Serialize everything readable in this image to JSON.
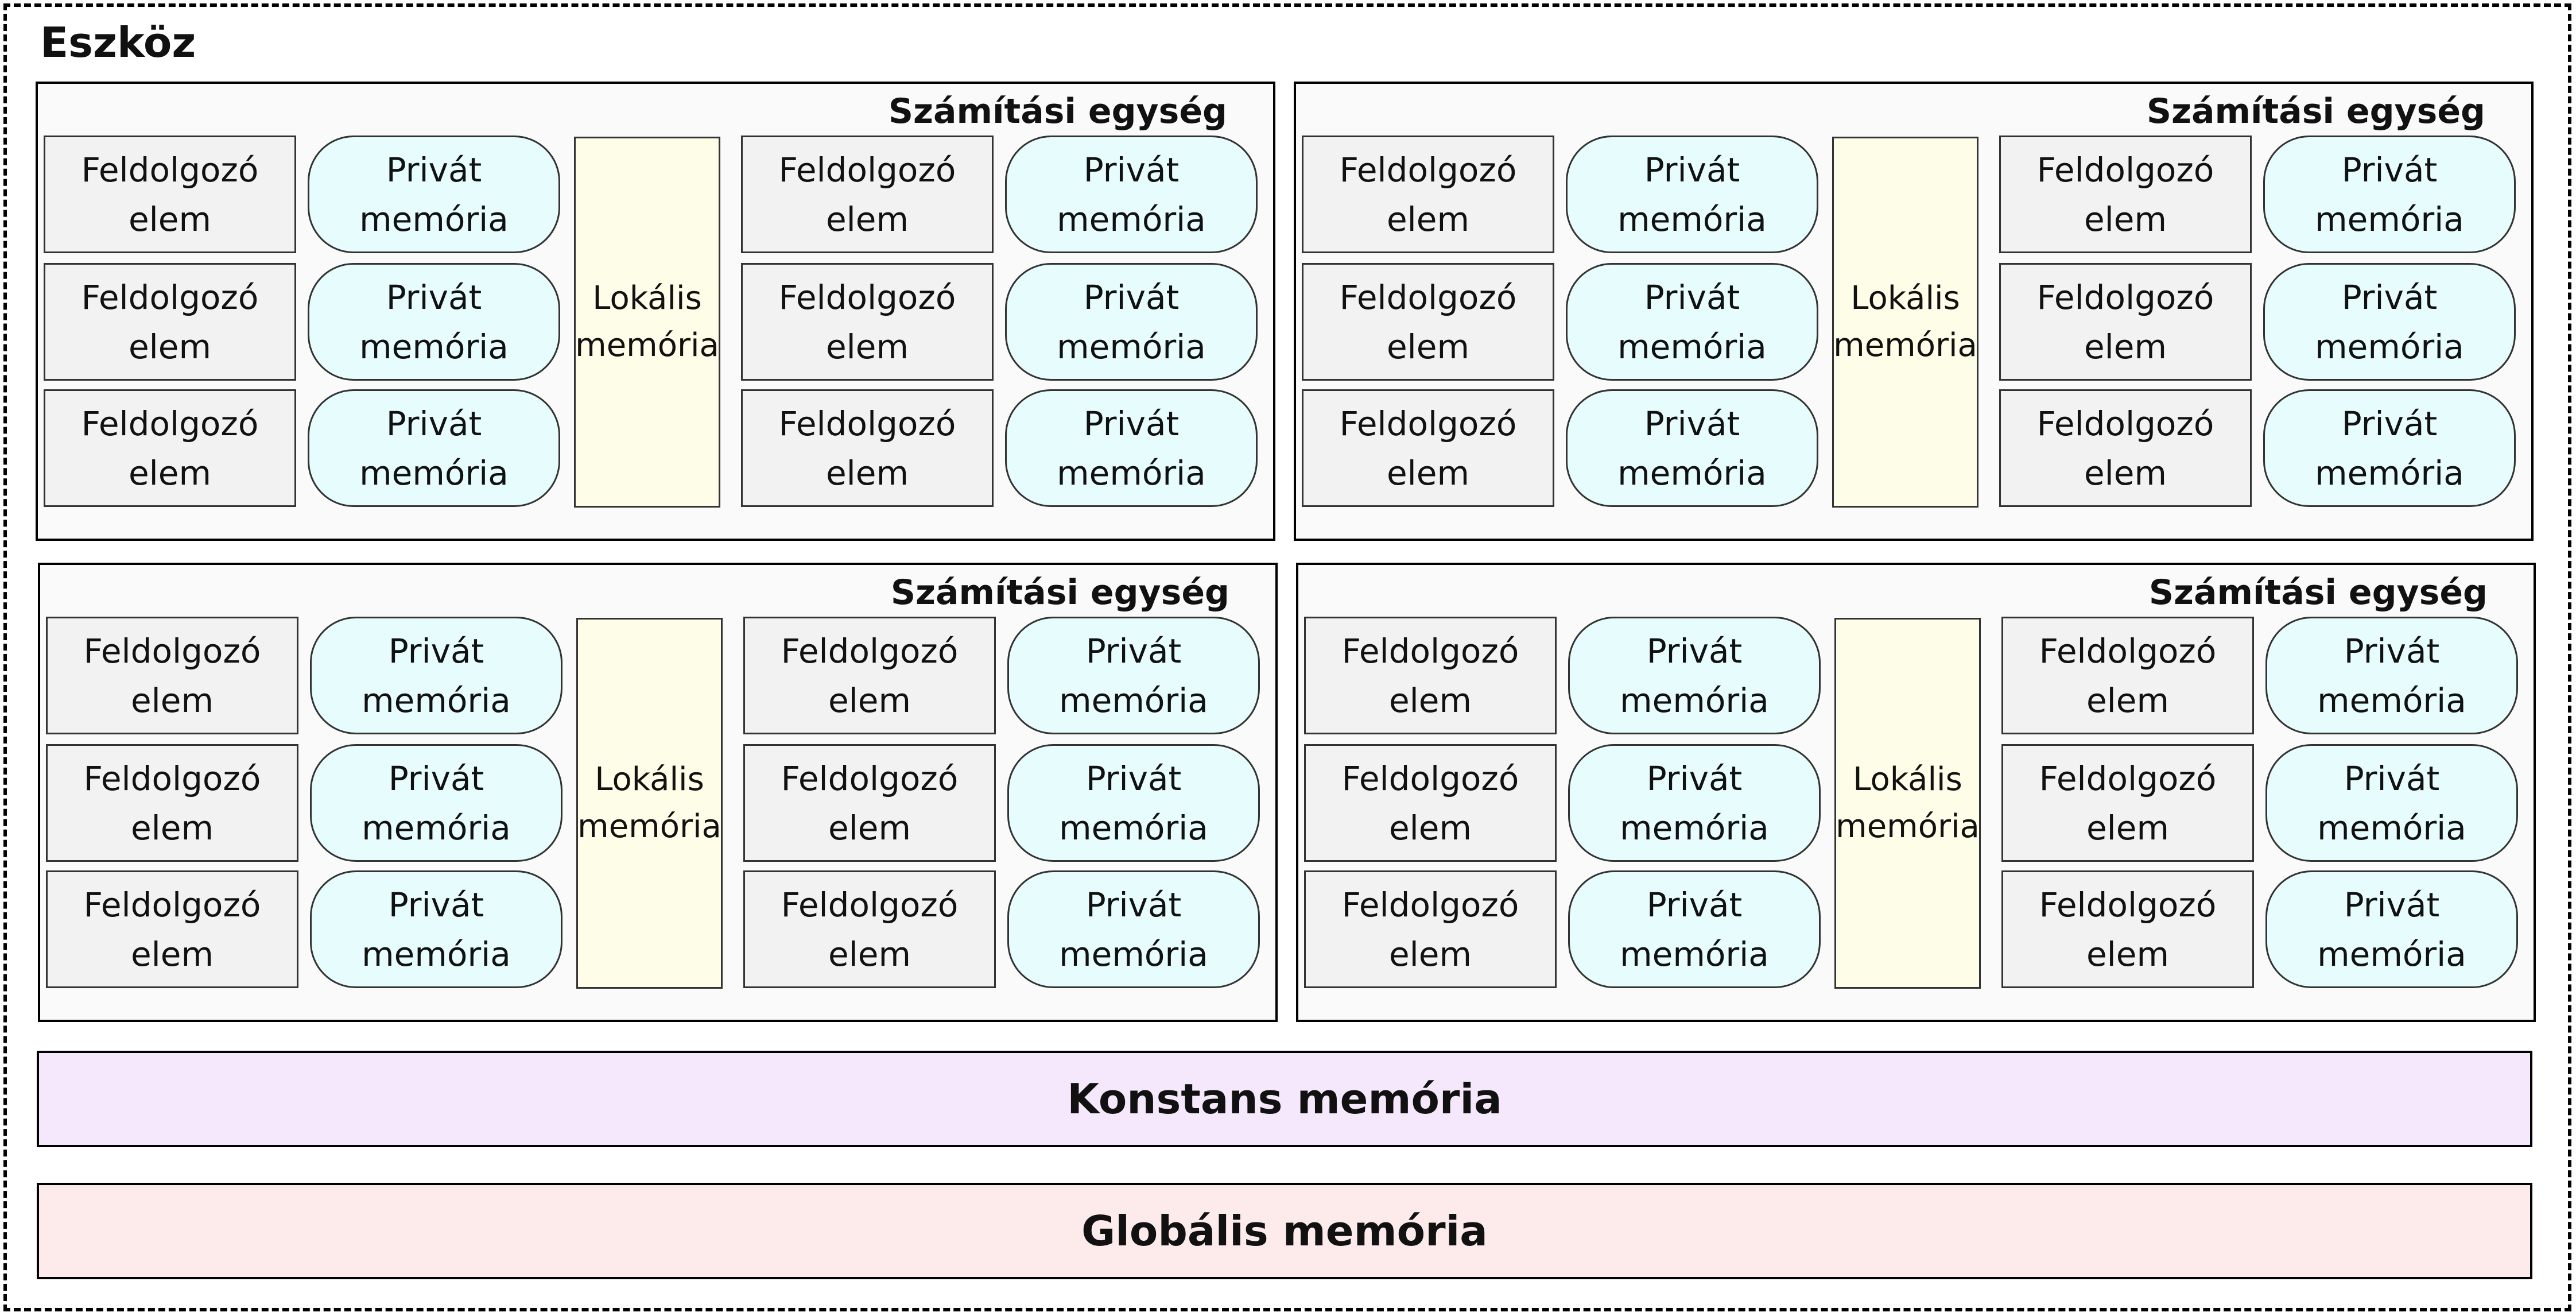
{
  "device": {
    "label": "Eszköz"
  },
  "compute_unit_label": "Számítási egység",
  "processing_element_label": "Feldolgozó\nelem",
  "private_memory_label": "Privát\nmemória",
  "local_memory_label": "Lokális\nmemória",
  "constant_memory": {
    "label": "Konstans memória"
  },
  "global_memory": {
    "label": "Globális memória"
  }
}
